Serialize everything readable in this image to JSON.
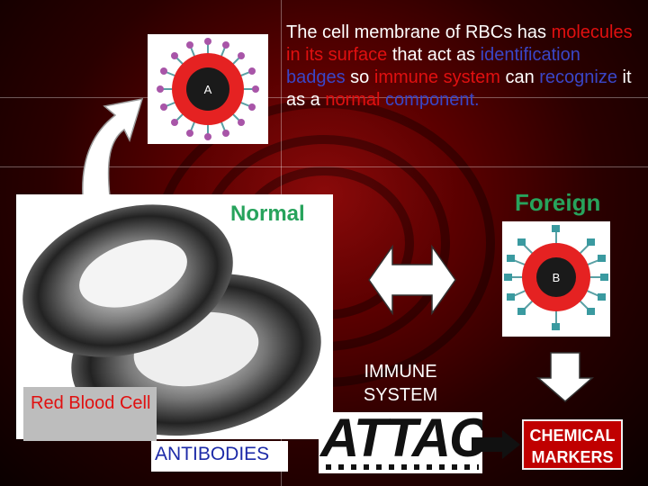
{
  "caption": {
    "p1": "The cell membrane of RBCs has ",
    "p2": "molecules in its surface",
    "p3": " that act as ",
    "p4": "identification badges",
    "p5": " so ",
    "p6": "immune system",
    "p7": " can ",
    "p8": "recognize",
    "p9": " it as a ",
    "p10": "normal",
    "p11": " component."
  },
  "cell_a": {
    "letter": "A"
  },
  "cell_b": {
    "letter": "B"
  },
  "labels": {
    "normal": "Normal",
    "foreign": "Foreign",
    "red_blood_cell": "Red Blood Cell",
    "immune_system": "IMMUNE SYSTEM",
    "antibodies": "ANTIBODIES",
    "chemical_markers": "CHEMICAL MARKERS",
    "attack": "ATTACK!"
  },
  "colors": {
    "accent_red": "#e01010",
    "accent_blue": "#3a46c8",
    "label_green": "#27a35c",
    "antibody_blue": "#1d2aa8",
    "marker_box": "#c00000"
  },
  "icons": [
    "curved-arrow-icon",
    "double-arrow-icon",
    "down-arrow-icon",
    "right-arrow-icon"
  ]
}
